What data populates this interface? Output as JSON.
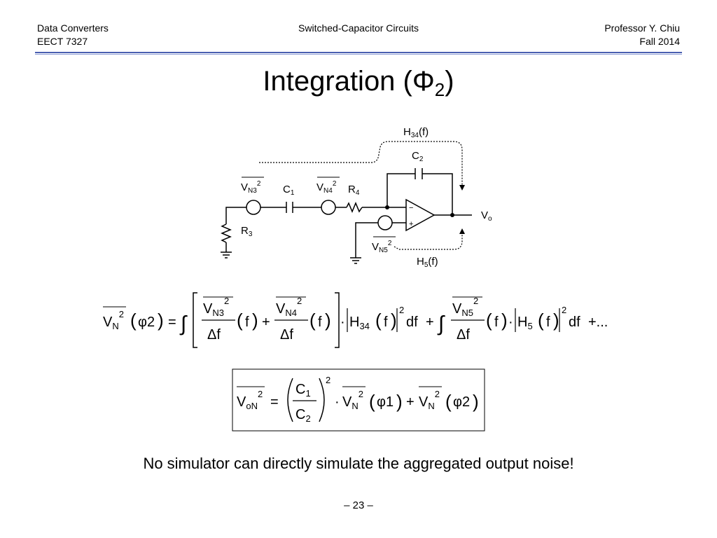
{
  "header": {
    "course": "Data Converters",
    "course_code": "EECT 7327",
    "topic": "Switched-Capacitor Circuits",
    "instructor": "Professor Y. Chiu",
    "term": "Fall 2014"
  },
  "title": {
    "text": "Integration (Φ",
    "subscript": "2",
    "close": ")"
  },
  "circuit": {
    "h34_label": "H",
    "h34_sub": "34",
    "h34_arg": "(f)",
    "c2_label": "C",
    "c2_sub": "2",
    "vn3_label": "V",
    "vn3_sub": "N3",
    "vn3_sup": "2",
    "c1_label": "C",
    "c1_sub": "1",
    "vn4_label": "V",
    "vn4_sub": "N4",
    "vn4_sup": "2",
    "r4_label": "R",
    "r4_sub": "4",
    "r3_label": "R",
    "r3_sub": "3",
    "vn5_label": "V",
    "vn5_sub": "N5",
    "vn5_sup": "2",
    "h5_label": "H",
    "h5_sub": "5",
    "h5_arg": "(f)",
    "vo_label": "V",
    "vo_sub": "o",
    "minus": "−",
    "plus": "+"
  },
  "equation1": {
    "lhs_v": "V",
    "lhs_sub": "N",
    "lhs_sup": "2",
    "lhs_arg": "φ2",
    "equals": "=",
    "integral": "∫",
    "vn3_num": "V",
    "vn3_sub": "N3",
    "vn3_sup": "2",
    "delta_f": "Δf",
    "f_arg": "f",
    "plus": "+",
    "vn4_num": "V",
    "vn4_sub": "N4",
    "vn4_sup": "2",
    "dot": "·",
    "h34": "H",
    "h34_sub": "34",
    "mag_sup": "2",
    "df": "df",
    "vn5_num": "V",
    "vn5_sub": "N5",
    "vn5_sup": "2",
    "h5": "H",
    "h5_sub": "5",
    "tail": "+..."
  },
  "equation2": {
    "lhs_v": "V",
    "lhs_sub": "oN",
    "lhs_sup": "2",
    "equals": "=",
    "c1": "C",
    "c1_sub": "1",
    "c2": "C",
    "c2_sub": "2",
    "ratio_sup": "2",
    "dot": "·",
    "vn": "V",
    "vn_sub": "N",
    "vn_sup": "2",
    "arg1": "φ1",
    "plus": "+",
    "arg2": "φ2"
  },
  "caption": "No simulator can directly simulate the aggregated output noise!",
  "page_number": "– 23 –"
}
